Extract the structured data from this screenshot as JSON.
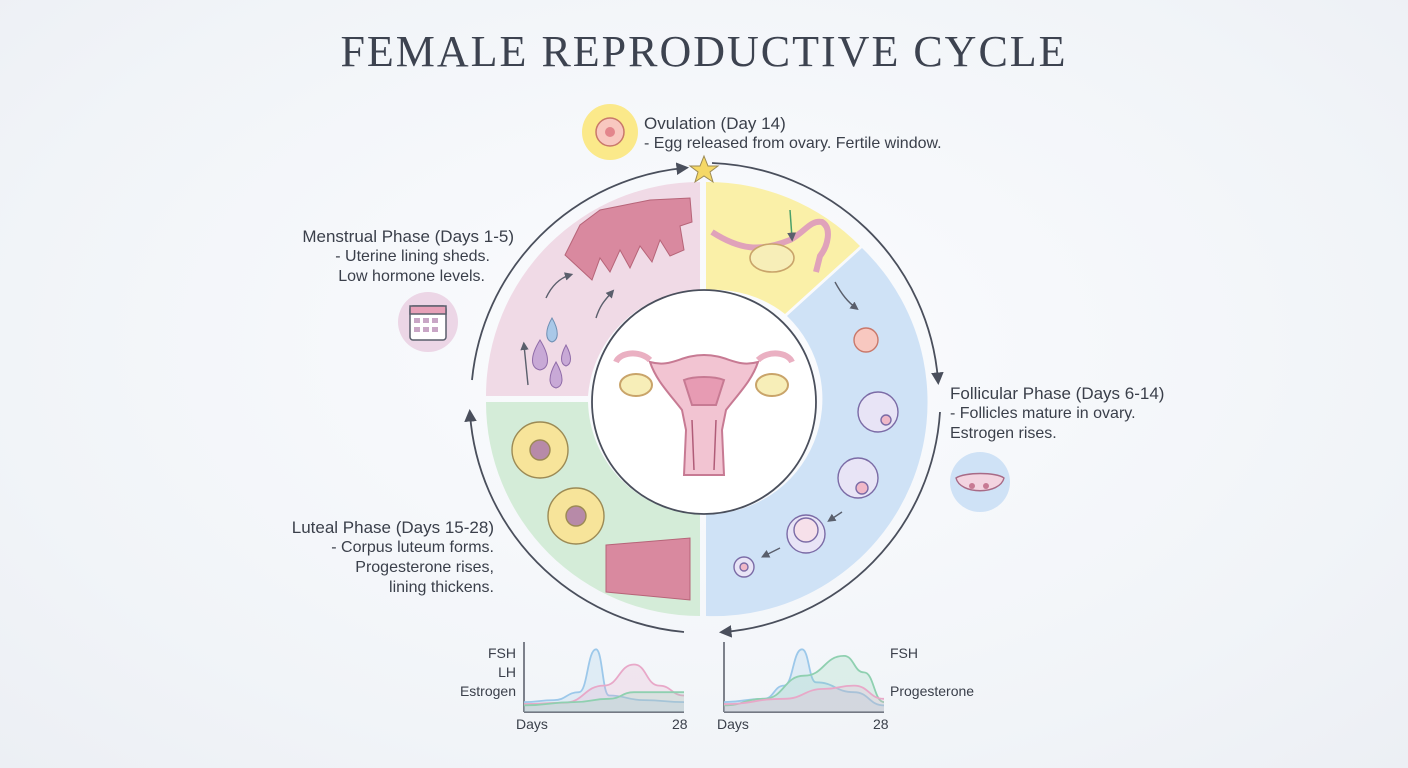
{
  "title": "FEMALE REPRODUCTIVE CYCLE",
  "phases": {
    "ovulation": {
      "heading": "Ovulation (Day 14)",
      "desc1": "- Egg released from ovary. Fertile window."
    },
    "menstrual": {
      "heading": "Menstrual Phase (Days 1-5)",
      "desc1": "- Uterine lining sheds.",
      "desc2": "Low hormone levels."
    },
    "follicular": {
      "heading": "Follicular Phase (Days 6-14)",
      "desc1": "- Follicles mature in ovary.",
      "desc2": "Estrogen rises."
    },
    "luteal": {
      "heading": "Luteal Phase (Days 15-28)",
      "desc1": "- Corpus luteum forms.",
      "desc2": "Progesterone rises,",
      "desc3": "lining thickens."
    }
  },
  "colors": {
    "menstrual": "#f0dae6",
    "ovulation": "#faf0a8",
    "follicular": "#cfe2f6",
    "luteal": "#d4ecd8",
    "ring": "#4a4f5c"
  },
  "chart_data": [
    {
      "type": "line",
      "x_label_start": "Days",
      "x_label_end": "28",
      "series": [
        {
          "name": "FSH",
          "color": "#9cc8ea",
          "values": [
            [
              0,
              0.15
            ],
            [
              30,
              0.18
            ],
            [
              55,
              0.3
            ],
            [
              72,
              0.95
            ],
            [
              85,
              0.25
            ],
            [
              120,
              0.18
            ],
            [
              160,
              0.15
            ]
          ]
        },
        {
          "name": "LH",
          "color": "#e8a8c8",
          "values": [
            [
              0,
              0.12
            ],
            [
              40,
              0.14
            ],
            [
              80,
              0.4
            ],
            [
              110,
              0.72
            ],
            [
              135,
              0.4
            ],
            [
              160,
              0.25
            ]
          ]
        },
        {
          "name": "Estrogen",
          "color": "#8fd0b0",
          "values": [
            [
              0,
              0.1
            ],
            [
              50,
              0.15
            ],
            [
              85,
              0.2
            ],
            [
              110,
              0.3
            ],
            [
              160,
              0.3
            ]
          ]
        }
      ]
    },
    {
      "type": "line",
      "x_label_start": "Days",
      "x_label_end": "28",
      "series": [
        {
          "name": "FSH",
          "color": "#9cc8ea",
          "values": [
            [
              0,
              0.15
            ],
            [
              40,
              0.2
            ],
            [
              60,
              0.4
            ],
            [
              78,
              0.95
            ],
            [
              92,
              0.45
            ],
            [
              130,
              0.3
            ],
            [
              160,
              0.1
            ]
          ]
        },
        {
          "name": "",
          "color": "#8fd0b0",
          "values": [
            [
              0,
              0.1
            ],
            [
              40,
              0.2
            ],
            [
              80,
              0.55
            ],
            [
              120,
              0.85
            ],
            [
              140,
              0.6
            ],
            [
              160,
              0.15
            ]
          ]
        },
        {
          "name": "Progesterone",
          "color": "#e8a8c8",
          "values": [
            [
              0,
              0.12
            ],
            [
              60,
              0.2
            ],
            [
              100,
              0.35
            ],
            [
              130,
              0.4
            ],
            [
              160,
              0.2
            ]
          ]
        }
      ]
    }
  ]
}
